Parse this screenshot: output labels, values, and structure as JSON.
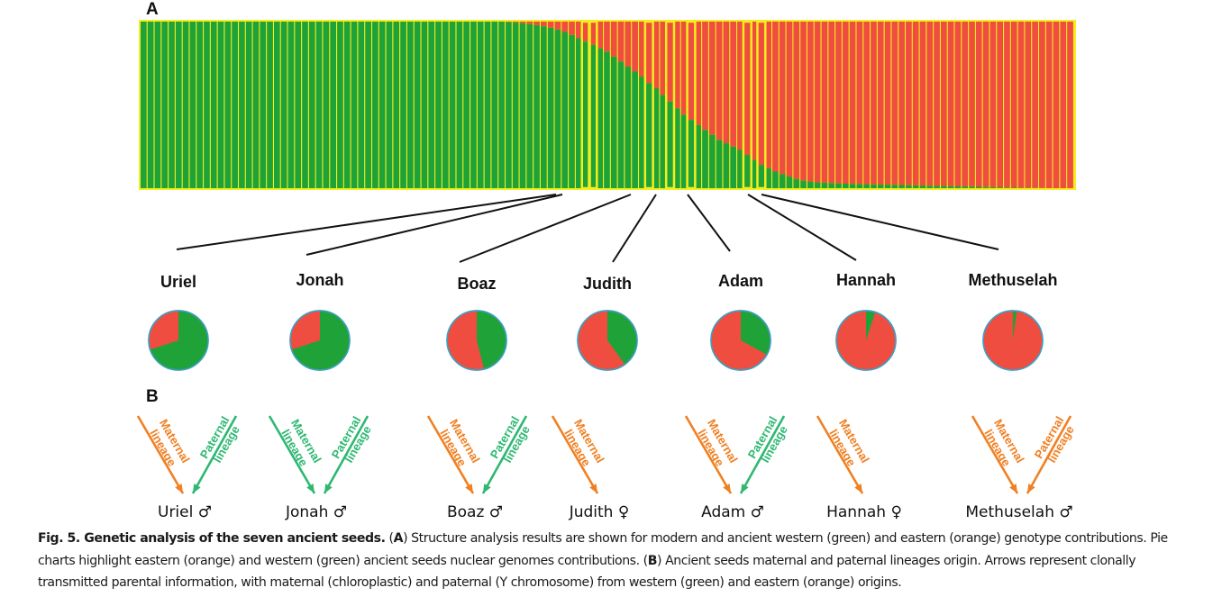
{
  "panel_a_label": "A",
  "panel_b_label": "B",
  "colors": {
    "western": "#1fa339",
    "eastern": "#ef4d3f",
    "highlight": "#f4ee1d",
    "pie_border": "#3fa0c4",
    "maternal_arrow": "#f08022",
    "paternal_arrow": "#2eb872"
  },
  "chart_data": [
    {
      "type": "bar",
      "panel": "A",
      "title": "",
      "stacked": true,
      "ylim": [
        0,
        1
      ],
      "series": [
        {
          "name": "western",
          "color": "#1fa339",
          "values": [
            1,
            1,
            1,
            1,
            1,
            1,
            1,
            1,
            1,
            1,
            1,
            1,
            1,
            1,
            1,
            1,
            1,
            1,
            1,
            1,
            1,
            1,
            1,
            1,
            1,
            1,
            1,
            1,
            1,
            1,
            1,
            1,
            1,
            1,
            1,
            1,
            1,
            1,
            1,
            1,
            1,
            1,
            1,
            1,
            1,
            1,
            1,
            1,
            1,
            1,
            1,
            1,
            0.997,
            0.994,
            0.99,
            0.985,
            0.979,
            0.972,
            0.963,
            0.952,
            0.938,
            0.92,
            0.9,
            0.88,
            0.86,
            0.84,
            0.82,
            0.79,
            0.76,
            0.73,
            0.7,
            0.67,
            0.63,
            0.6,
            0.56,
            0.52,
            0.48,
            0.44,
            0.41,
            0.38,
            0.35,
            0.32,
            0.29,
            0.27,
            0.25,
            0.23,
            0.2,
            0.17,
            0.14,
            0.12,
            0.1,
            0.085,
            0.07,
            0.055,
            0.045,
            0.04,
            0.035,
            0.033,
            0.031,
            0.029,
            0.027,
            0.026,
            0.025,
            0.024,
            0.023,
            0.022,
            0.021,
            0.02,
            0.019,
            0.018,
            0.017,
            0.016,
            0.015,
            0.014,
            0.013,
            0.012,
            0.011,
            0.01,
            0.009,
            0.008,
            0.007,
            0.006,
            0.005,
            0.004,
            0.003,
            0.002,
            0.002,
            0.001,
            0.001,
            0,
            0,
            0,
            0
          ]
        },
        {
          "name": "eastern",
          "color": "#ef4d3f",
          "values": "complement"
        }
      ],
      "highlighted_samples": [
        "Uriel",
        "Jonah",
        "Boaz",
        "Judith",
        "Adam",
        "Hannah",
        "Methuselah"
      ]
    },
    {
      "type": "pie",
      "panel": "A",
      "pies": [
        {
          "name": "Uriel",
          "western": 0.7,
          "eastern": 0.3
        },
        {
          "name": "Jonah",
          "western": 0.7,
          "eastern": 0.3
        },
        {
          "name": "Boaz",
          "western": 0.46,
          "eastern": 0.54
        },
        {
          "name": "Judith",
          "western": 0.4,
          "eastern": 0.6
        },
        {
          "name": "Adam",
          "western": 0.33,
          "eastern": 0.67
        },
        {
          "name": "Hannah",
          "western": 0.05,
          "eastern": 0.95
        },
        {
          "name": "Methuselah",
          "western": 0.02,
          "eastern": 0.98
        }
      ]
    }
  ],
  "lineage": {
    "maternal_label_1": "Maternal",
    "maternal_label_2": "lineage",
    "paternal_label_1": "Paternal",
    "paternal_label_2": "lineage",
    "seeds": [
      {
        "name": "Uriel",
        "symbol": "♂",
        "maternal": "eastern",
        "paternal": "western"
      },
      {
        "name": "Jonah",
        "symbol": "♂",
        "maternal": "western",
        "paternal": "western"
      },
      {
        "name": "Boaz",
        "symbol": "♂",
        "maternal": "eastern",
        "paternal": "western"
      },
      {
        "name": "Judith",
        "symbol": "♀",
        "maternal": "eastern",
        "paternal": null
      },
      {
        "name": "Adam",
        "symbol": "♂",
        "maternal": "eastern",
        "paternal": "western"
      },
      {
        "name": "Hannah",
        "symbol": "♀",
        "maternal": "eastern",
        "paternal": null
      },
      {
        "name": "Methuselah",
        "symbol": "♂",
        "maternal": "eastern",
        "paternal": "eastern"
      }
    ]
  },
  "caption": {
    "fig_label": "Fig. 5. Genetic analysis of the seven ancient seeds.",
    "p1": " (",
    "a_label": "A",
    "p2": ") Structure analysis results are shown for modern and ancient western (green) and eastern (orange) genotype contributions. Pie charts highlight eastern (orange) and western (green) ancient seeds nuclear genomes contributions. (",
    "b_label": "B",
    "p3": ") Ancient seeds maternal and paternal lineages origin. Arrows represent clonally transmitted parental information, with maternal (chloroplastic) and paternal (Y chromosome) from western (green) and eastern (orange) origins."
  }
}
